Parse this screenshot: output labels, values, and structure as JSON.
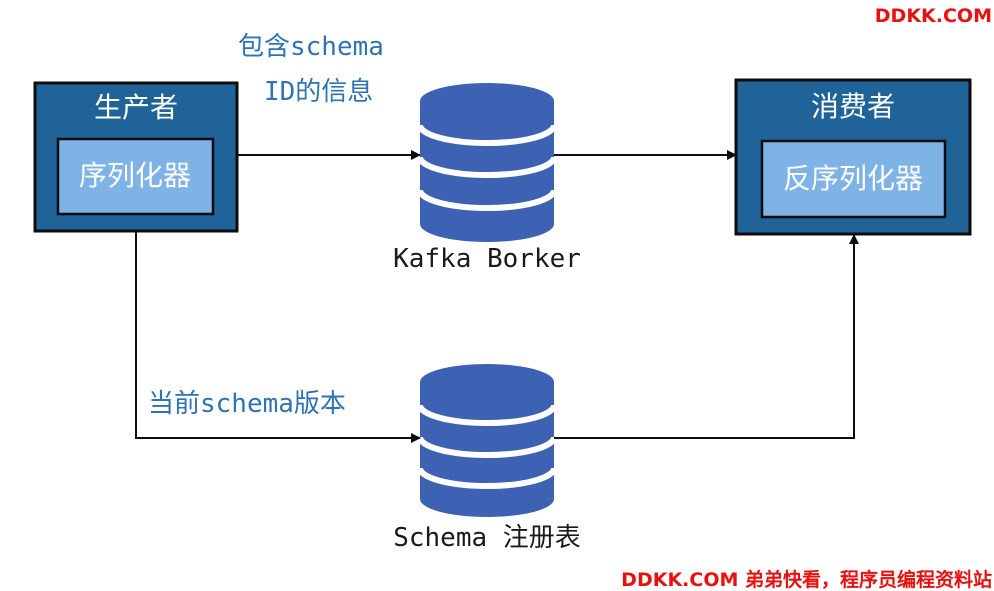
{
  "watermark_top": "DDKK.COM",
  "watermark_bottom": "DDKK.COM 弟弟快看，程序员编程资料站",
  "producer": {
    "title": "生产者",
    "component": "序列化器"
  },
  "consumer": {
    "title": "消费者",
    "component": "反序列化器"
  },
  "broker": {
    "label": "Kafka Borker"
  },
  "registry": {
    "label": "Schema 注册表"
  },
  "edges": {
    "producer_to_broker": {
      "line1": "包含schema",
      "line2": "ID的信息"
    },
    "producer_to_registry": {
      "label": "当前schema版本"
    }
  },
  "colors": {
    "box_fill": "#1f6398",
    "box_border": "#0d0d0d",
    "inner_fill": "#7fb2e5",
    "db_fill": "#3d62b3",
    "edge_label": "#2e74b5",
    "watermark": "#e8110f"
  }
}
